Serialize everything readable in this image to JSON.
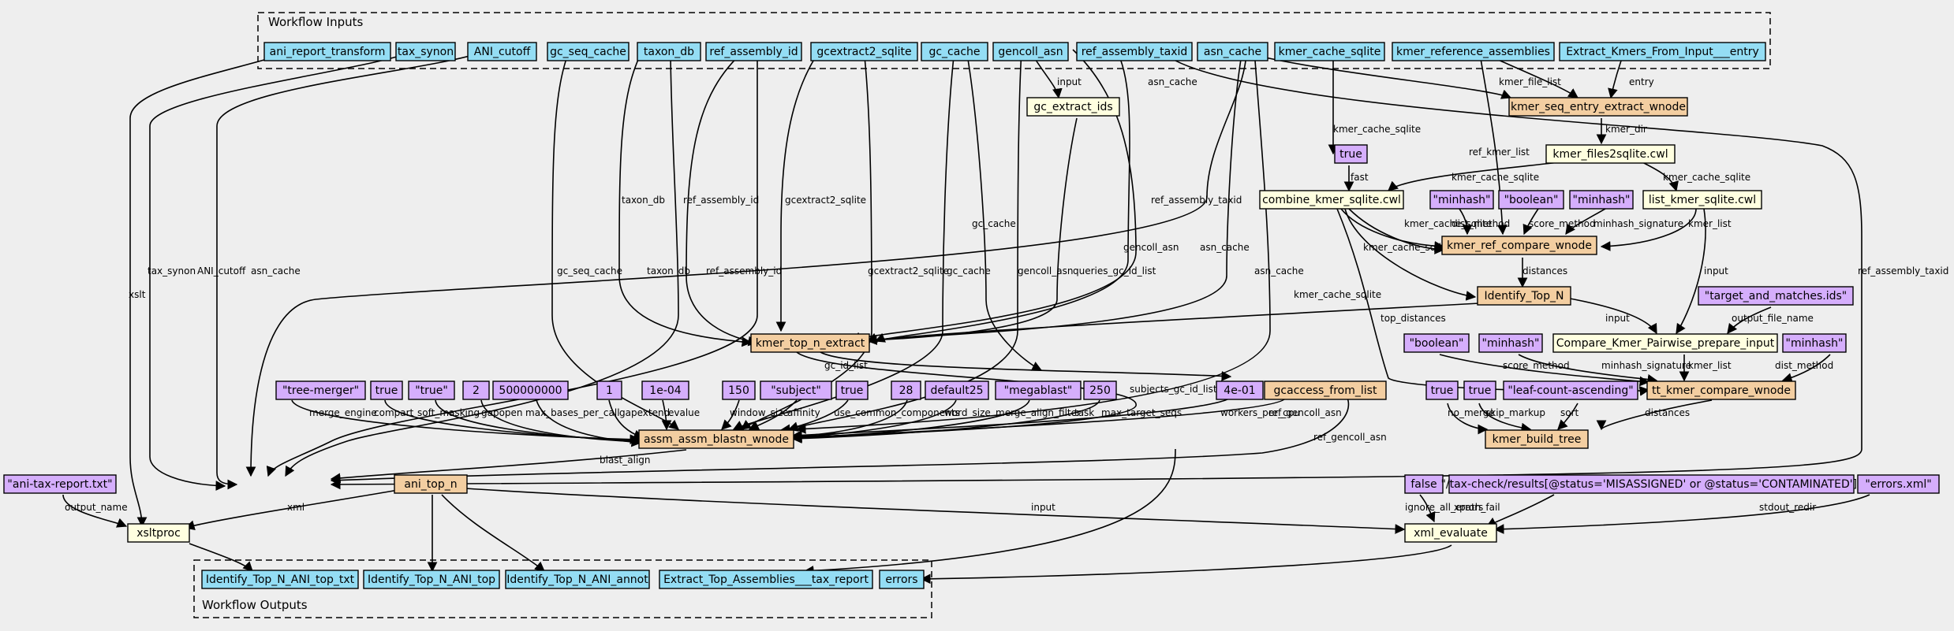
{
  "colors": {
    "background": "#eeeeee",
    "io_fill": "#94ddf4",
    "step_fill": "#f3cea1",
    "tool_fill": "#ffffe0",
    "default_fill": "#d5aefc",
    "stroke": "#000000"
  },
  "clusters": {
    "inputs": "Workflow Inputs",
    "outputs": "Workflow Outputs"
  },
  "nodes": {
    "ani_report_transform": "ani_report_transform",
    "tax_synon": "tax_synon",
    "ANI_cutoff": "ANI_cutoff",
    "gc_seq_cache": "gc_seq_cache",
    "taxon_db": "taxon_db",
    "ref_assembly_id": "ref_assembly_id",
    "gcextract2_sqlite": "gcextract2_sqlite",
    "gc_cache": "gc_cache",
    "gencoll_asn": "gencoll_asn",
    "ref_assembly_taxid": "ref_assembly_taxid",
    "asn_cache": "asn_cache",
    "kmer_cache_sqlite": "kmer_cache_sqlite",
    "kmer_reference_assemblies": "kmer_reference_assemblies",
    "extract_kmers_entry": "Extract_Kmers_From_Input___entry",
    "gc_extract_ids": "gc_extract_ids",
    "kmer_seq_entry_extract_wnode": "kmer_seq_entry_extract_wnode",
    "kmer_files2sqlite": "kmer_files2sqlite.cwl",
    "d_true_fast": "true",
    "combine_kmer_sqlite": "combine_kmer_sqlite.cwl",
    "d_minhash1": "\"minhash\"",
    "d_boolean1": "\"boolean\"",
    "d_minhash2": "\"minhash\"",
    "list_kmer_sqlite": "list_kmer_sqlite.cwl",
    "kmer_ref_compare_wnode": "kmer_ref_compare_wnode",
    "identify_top_n": "Identify_Top_N",
    "d_target_ids": "\"target_and_matches.ids\"",
    "kmer_top_n_extract": "kmer_top_n_extract",
    "d_boolean2": "\"boolean\"",
    "d_minhash3": "\"minhash\"",
    "compare_prepare": "Compare_Kmer_Pairwise_prepare_input",
    "d_minhash4": "\"minhash\"",
    "d_tree_merger": "\"tree-merger\"",
    "d_true_compart": "true",
    "d_true_soft": "\"true\"",
    "d_2": "2",
    "d_500000000": "500000000",
    "d_1": "1",
    "d_1e04": "1e-04",
    "d_150": "150",
    "d_subject": "\"subject\"",
    "d_true_ucc": "true",
    "d_28": "28",
    "d_default25": "default25",
    "d_megablast": "\"megablast\"",
    "d_250": "250",
    "d_4e01": "4e-01",
    "gcaccess_from_list": "gcaccess_from_list",
    "d_true_nomerge": "true",
    "d_true_skip": "true",
    "d_leaf_count": "\"leaf-count-ascending\"",
    "tt_kmer_compare_wnode": "tt_kmer_compare_wnode",
    "assm_assm_blastn_wnode": "assm_assm_blastn_wnode",
    "kmer_build_tree": "kmer_build_tree",
    "d_ani_report_txt": "\"ani-tax-report.txt\"",
    "ani_top_n": "ani_top_n",
    "d_false": "false",
    "d_xpath": "\"/tax-check/results[@status='MISASSIGNED' or @status='CONTAMINATED']\"",
    "d_errors_xml": "\"errors.xml\"",
    "xsltproc": "xsltproc",
    "xml_evaluate": "xml_evaluate",
    "out_top_txt": "Identify_Top_N_ANI_top_txt",
    "out_top": "Identify_Top_N_ANI_top",
    "out_annot": "Identify_Top_N_ANI_annot",
    "out_tax_report": "Extract_Top_Assemblies___tax_report",
    "out_errors": "errors"
  },
  "edge_labels": {
    "l_asn_cache_top": "asn_cache",
    "l_kmer_file_list": "kmer_file_list",
    "l_entry": "entry",
    "l_input_gc": "input",
    "l_kmer_dir": "kmer_dir",
    "l_kmer_cache_sqlite_1": "kmer_cache_sqlite",
    "l_ref_kmer_list": "ref_kmer_list",
    "l_fast": "fast",
    "l_kmer_cache_sqlite_2": "kmer_cache_sqlite",
    "l_kmer_cache_sqlite_3": "kmer_cache_sqlite",
    "l_ref_assembly_taxid_r": "ref_assembly_taxid",
    "l_tax_synon": "tax_synon",
    "l_xslt": "xslt",
    "l_ani_cutoff": "ANI_cutoff",
    "l_asn_cache_left": "asn_cache",
    "l_gc_seq_cache": "gc_seq_cache",
    "l_taxon_db_a": "taxon_db",
    "l_taxon_db_b": "taxon_db",
    "l_ref_assembly_id_a": "ref_assembly_id",
    "l_ref_assembly_id_b": "ref_assembly_id",
    "l_gcextract2_sqlite_a": "gcextract2_sqlite",
    "l_gcextract2_sqlite_b": "gcextract2_sqlite",
    "l_gc_cache_a": "gc_cache",
    "l_gc_cache_b": "gc_cache",
    "l_gencoll_asn_a": "gencoll_asn",
    "l_gencoll_asn_b": "gencoll_asn",
    "l_queries_gc_id_list": "queries_gc_id_list",
    "l_ref_assembly_taxid_m": "ref_assembly_taxid",
    "l_asn_cache_m1": "asn_cache",
    "l_asn_cache_m2": "asn_cache",
    "l_kmer_cache_sqlite_4": "kmer_cache_sqlite",
    "l_kmer_cache_sqlite_5": "kmer_cache_sqlite",
    "l_dist_method_1": "dist_method",
    "l_score_method_1": "score_method",
    "l_minhash_signature_1": "minhash_signature",
    "l_kmer_list_1": "kmer_list",
    "l_distances_1": "distances",
    "l_input_lk": "input",
    "l_output_file_name": "output_file_name",
    "l_top_distances": "top_distances",
    "l_input_id": "input",
    "l_kmer_cache_sqlite_6": "kmer_cache_sqlite",
    "l_score_method_2": "score_method",
    "l_minhash_signature_2": "minhash_signature",
    "l_kmer_list_2": "kmer_list",
    "l_dist_method_2": "dist_method",
    "l_gc_id_list": "gc_id_list",
    "l_subjects_gc_id_list": "subjects_gc_id_list",
    "l_merge_engine": "merge_engine",
    "l_compart": "compart",
    "l_soft_masking": "soft_masking",
    "l_gapopen": "gapopen",
    "l_max_bases_per_call": "max_bases_per_call",
    "l_gapextend": "gapextend",
    "l_evalue": "evalue",
    "l_window_size": "window_size",
    "l_affinity": "affinity",
    "l_use_common_components": "use_common_components",
    "l_word_size": "word_size",
    "l_merge_align_filter": "merge_align_filter",
    "l_task": "task",
    "l_max_target_seqs": "max_target_seqs",
    "l_workers_per_cpu": "workers_per_cpu",
    "l_ref_gencoll_asn_1": "ref_gencoll_asn",
    "l_ref_gencoll_asn_2": "ref_gencoll_asn",
    "l_no_merge": "no_merge",
    "l_skip_markup": "skip_markup",
    "l_sort": "sort",
    "l_distances_2": "distances",
    "l_blast_align": "blast_align",
    "l_output_name": "output_name",
    "l_xml": "xml",
    "l_input_xml": "input",
    "l_ignore_all_errors": "ignore_all_errors",
    "l_xpath_fail": "xpath_fail",
    "l_stdout_redir": "stdout_redir"
  }
}
